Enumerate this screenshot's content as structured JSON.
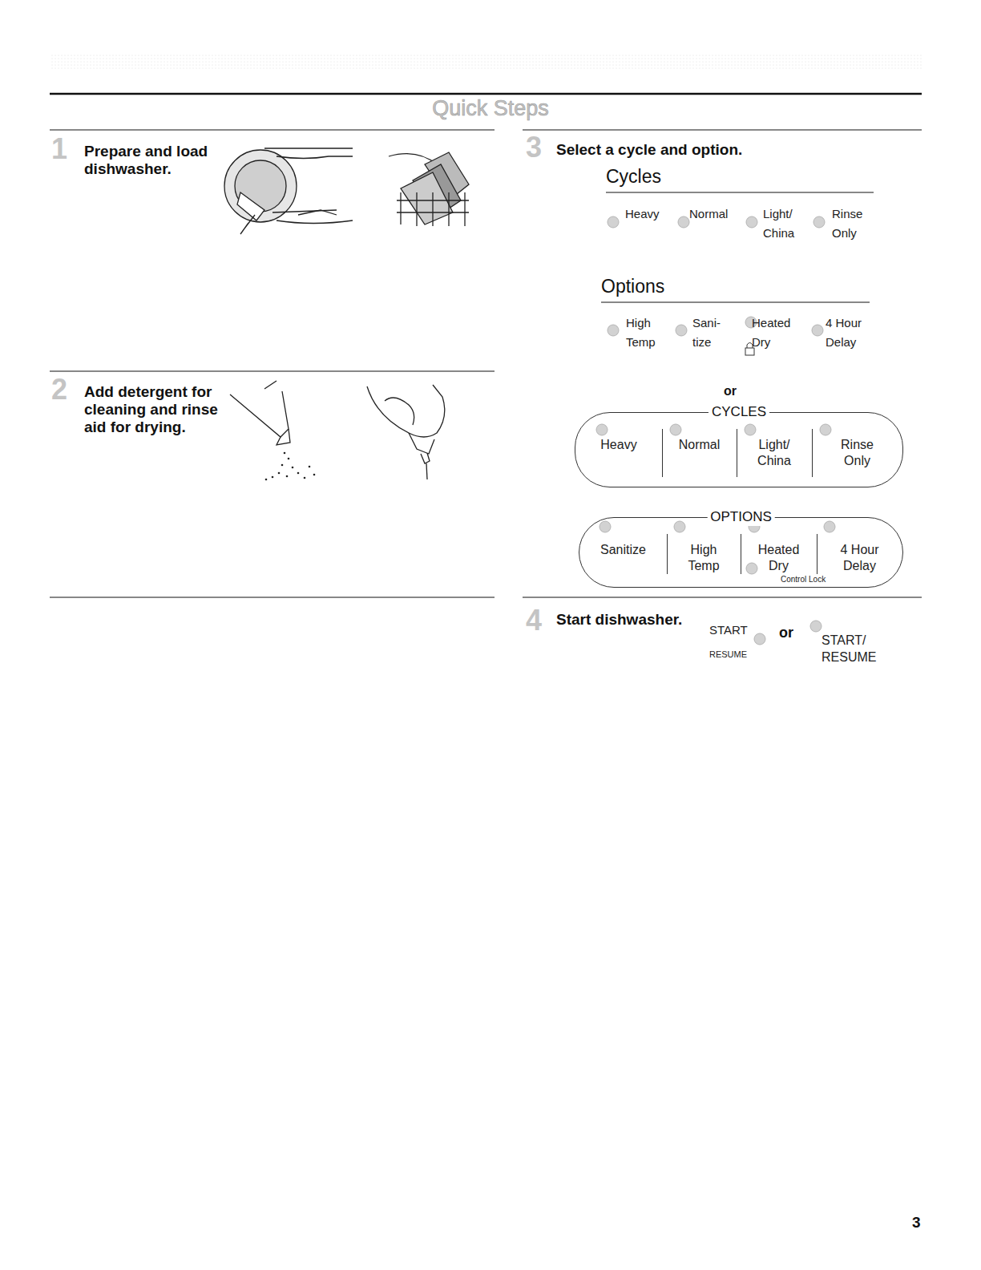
{
  "diagram": {
    "title": "Quick Steps",
    "nodes": [
      {
        "text": [
          "CYCLES"
        ]
      },
      {
        "text": [
          "Heavy"
        ],
        "in": 0
      },
      {
        "text": [
          "Normal"
        ],
        "in": 0
      },
      {
        "text": [
          "Light/ China"
        ],
        "in": 0
      },
      {
        "text": [
          "Rinse Only"
        ],
        "in": 0
      },
      {
        "text": [
          "OPTIONS"
        ]
      },
      {
        "text": [
          "Sanitize"
        ],
        "in": 5
      },
      {
        "text": [
          "High Temp"
        ],
        "in": 5
      },
      {
        "text": [
          "Heated Dry",
          "Control Lock"
        ],
        "in": 5
      },
      {
        "text": [
          "4 Hour Delay"
        ],
        "in": 5
      }
    ],
    "labels": [
      "1",
      "Prepare and load dishwasher.",
      "2",
      "Add detergent for cleaning and rinse aid for drying.",
      "3",
      "Select a cycle and option.",
      "Cycles",
      "Heavy",
      "Normal",
      "Light/ China",
      "Rinse Only",
      "Options",
      "High Temp",
      "Sani- tize",
      "Heated Dry",
      "4 Hour Delay",
      "or",
      "4",
      "Start dishwasher.",
      "START",
      "RESUME",
      "or",
      "START/ RESUME",
      "3"
    ]
  }
}
